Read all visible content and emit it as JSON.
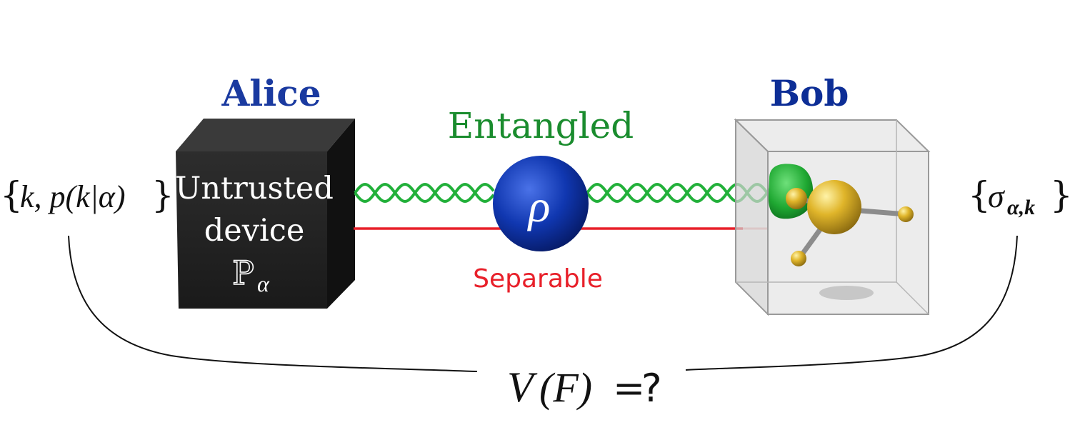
{
  "labels": {
    "alice": "Alice",
    "bob": "Bob",
    "entangled": "Entangled",
    "separable": "Separable",
    "alice_device_line1": "Untrusted",
    "alice_device_line2": "device",
    "alice_device_symbol_base": "P",
    "alice_device_symbol_sub": "α",
    "rho": "ρ",
    "left_set_open": "{",
    "left_set_content": "k, p(k|α)",
    "left_set_close": "}",
    "right_set_open": "{",
    "right_set_sigma": "σ",
    "right_set_sub": "α,k",
    "right_set_close": "}",
    "bottom_formula_v": "V",
    "bottom_formula_arg": "(F)",
    "bottom_formula_eq": "=",
    "bottom_formula_q": "?"
  },
  "colors": {
    "alice": "#1a3aa0",
    "bob": "#0d2e96",
    "entangled": "#1a8c2e",
    "separable": "#e8202a",
    "rho_sphere": "#1037b0",
    "black_box": "#222222",
    "glass_box": "#cfcfcf",
    "gold": "#d4a820",
    "green_blob": "#22b03a"
  }
}
